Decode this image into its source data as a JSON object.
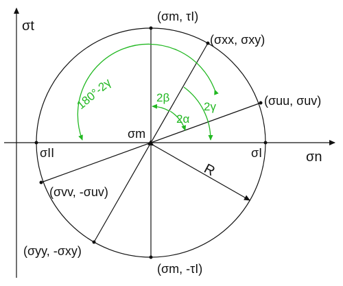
{
  "colors": {
    "stroke": "#111111",
    "angle": "#22b822"
  },
  "axes": {
    "horizontal_label": "σn",
    "vertical_label": "σt"
  },
  "labels": {
    "top": "(σm, τI)",
    "bottom": "(σm, -τI)",
    "point_xx": "(σxx, σxy)",
    "point_uu": "(σuu, σuv)",
    "point_vv": "(σvv, -σuv)",
    "point_yy": "(σyy, -σxy)",
    "center": "σm",
    "sigma_I": "σI",
    "sigma_II": "σII",
    "radius": "R"
  },
  "angles": {
    "a180": "180°-2γ",
    "beta": "2β",
    "alpha": "2α",
    "gamma": "2γ"
  }
}
